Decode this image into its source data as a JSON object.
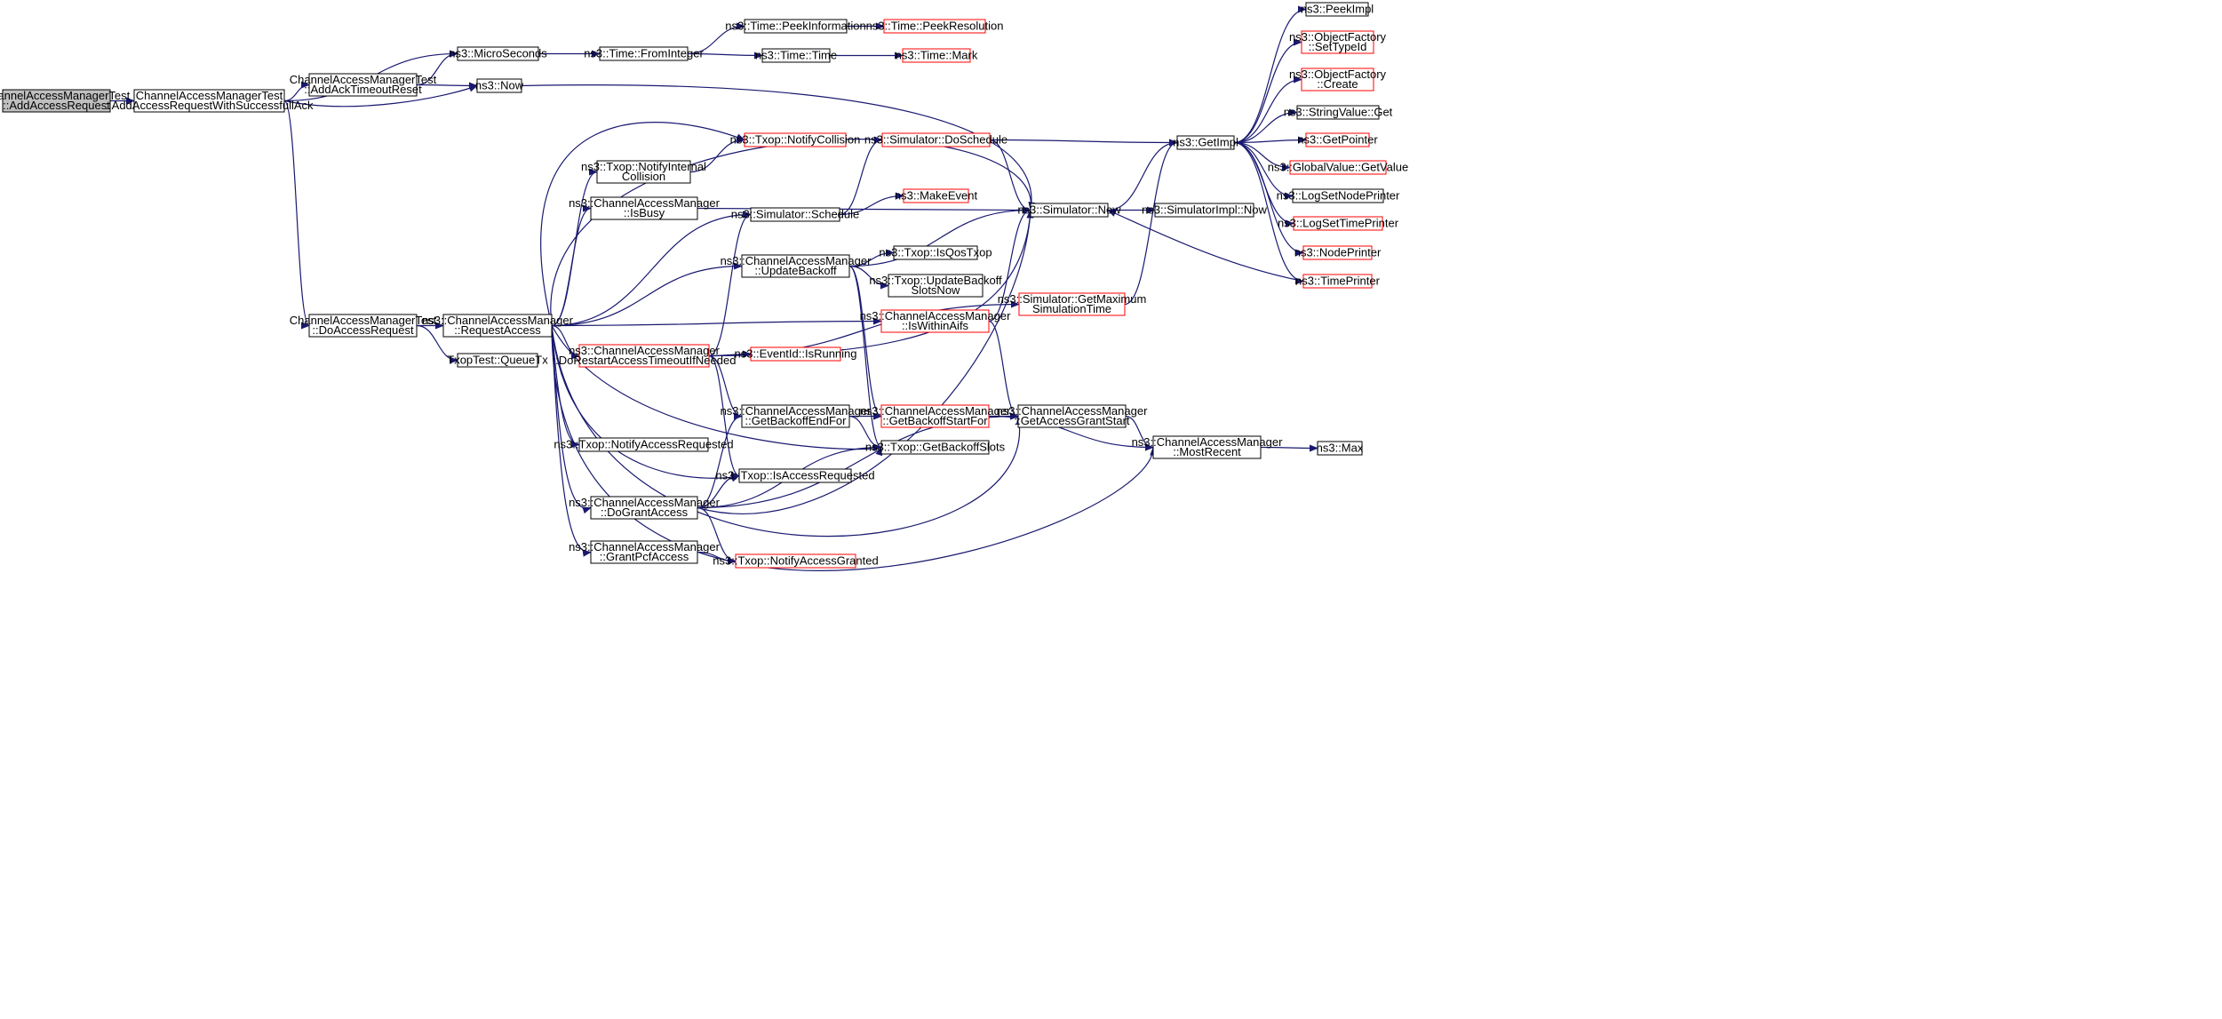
{
  "colors": {
    "edge": "#191970",
    "root_fill": "#bfbfbf",
    "node_border": "#000000",
    "truncated_border": "#ff0000",
    "node_fill": "#ffffff"
  },
  "nodes": [
    {
      "id": "root",
      "lines": [
        "ChannelAccessManagerTest",
        "::AddAccessRequest"
      ],
      "kind": "root"
    },
    {
      "id": "addwithack",
      "lines": [
        "ChannelAccessManagerTest",
        "::AddAccessRequestWithSuccessfullAck"
      ],
      "kind": "normal"
    },
    {
      "id": "acktimeout",
      "lines": [
        "ChannelAccessManagerTest",
        "::AddAckTimeoutReset"
      ],
      "kind": "normal"
    },
    {
      "id": "doaccess",
      "lines": [
        "ChannelAccessManagerTest",
        "::DoAccessRequest"
      ],
      "kind": "normal"
    },
    {
      "id": "microseconds",
      "lines": [
        "ns3::MicroSeconds"
      ],
      "kind": "normal"
    },
    {
      "id": "now",
      "lines": [
        "ns3::Now"
      ],
      "kind": "normal"
    },
    {
      "id": "frominteger",
      "lines": [
        "ns3::Time::FromInteger"
      ],
      "kind": "normal"
    },
    {
      "id": "peekinfo",
      "lines": [
        "ns3::Time::PeekInformation"
      ],
      "kind": "normal"
    },
    {
      "id": "peekres",
      "lines": [
        "ns3::Time::PeekResolution"
      ],
      "kind": "truncated"
    },
    {
      "id": "timetime",
      "lines": [
        "ns3::Time::Time"
      ],
      "kind": "normal"
    },
    {
      "id": "timemark",
      "lines": [
        "ns3::Time::Mark"
      ],
      "kind": "truncated"
    },
    {
      "id": "reqaccess",
      "lines": [
        "ns3::ChannelAccessManager",
        "::RequestAccess"
      ],
      "kind": "normal"
    },
    {
      "id": "queuetx",
      "lines": [
        "TxopTest::QueueTx"
      ],
      "kind": "normal"
    },
    {
      "id": "notifycoll",
      "lines": [
        "ns3::Txop::NotifyCollision"
      ],
      "kind": "truncated"
    },
    {
      "id": "notifyint",
      "lines": [
        "ns3::Txop::NotifyInternal",
        "Collision"
      ],
      "kind": "normal"
    },
    {
      "id": "isbusy",
      "lines": [
        "ns3::ChannelAccessManager",
        "::IsBusy"
      ],
      "kind": "normal"
    },
    {
      "id": "dorestart",
      "lines": [
        "ns3::ChannelAccessManager",
        "::DoRestartAccessTimeoutIfNeeded"
      ],
      "kind": "truncated"
    },
    {
      "id": "notifyreq",
      "lines": [
        "ns3::Txop::NotifyAccessRequested"
      ],
      "kind": "normal"
    },
    {
      "id": "dogrant",
      "lines": [
        "ns3::ChannelAccessManager",
        "::DoGrantAccess"
      ],
      "kind": "normal"
    },
    {
      "id": "grantpcf",
      "lines": [
        "ns3::ChannelAccessManager",
        "::GrantPcfAccess"
      ],
      "kind": "normal"
    },
    {
      "id": "doschedule",
      "lines": [
        "ns3::Simulator::DoSchedule"
      ],
      "kind": "truncated"
    },
    {
      "id": "makeevent",
      "lines": [
        "ns3::MakeEvent"
      ],
      "kind": "truncated"
    },
    {
      "id": "schedule",
      "lines": [
        "ns3::Simulator::Schedule"
      ],
      "kind": "normal"
    },
    {
      "id": "updatebackoff",
      "lines": [
        "ns3::ChannelAccessManager",
        "::UpdateBackoff"
      ],
      "kind": "normal"
    },
    {
      "id": "isrunning",
      "lines": [
        "ns3::EventId::IsRunning"
      ],
      "kind": "truncated"
    },
    {
      "id": "getbackoffend",
      "lines": [
        "ns3::ChannelAccessManager",
        "::GetBackoffEndFor"
      ],
      "kind": "normal"
    },
    {
      "id": "isaccessreq",
      "lines": [
        "ns3::Txop::IsAccessRequested"
      ],
      "kind": "normal"
    },
    {
      "id": "notifygranted",
      "lines": [
        "ns3::Txop::NotifyAccessGranted"
      ],
      "kind": "truncated"
    },
    {
      "id": "simnow",
      "lines": [
        "ns3::Simulator::Now"
      ],
      "kind": "normal"
    },
    {
      "id": "isqos",
      "lines": [
        "ns3::Txop::IsQosTxop"
      ],
      "kind": "normal"
    },
    {
      "id": "updslots",
      "lines": [
        "ns3::Txop::UpdateBackoff",
        "SlotsNow"
      ],
      "kind": "normal"
    },
    {
      "id": "iswithinaifs",
      "lines": [
        "ns3::ChannelAccessManager",
        "::IsWithinAifs"
      ],
      "kind": "truncated"
    },
    {
      "id": "getbackoffstart",
      "lines": [
        "ns3::ChannelAccessManager",
        "::GetBackoffStartFor"
      ],
      "kind": "truncated"
    },
    {
      "id": "getbackoffslots",
      "lines": [
        "ns3::Txop::GetBackoffSlots"
      ],
      "kind": "normal"
    },
    {
      "id": "getmaxsim",
      "lines": [
        "ns3::Simulator::GetMaximum",
        "SimulationTime"
      ],
      "kind": "truncated"
    },
    {
      "id": "getgrantstart",
      "lines": [
        "ns3::ChannelAccessManager",
        "::GetAccessGrantStart"
      ],
      "kind": "normal"
    },
    {
      "id": "mostrecent",
      "lines": [
        "ns3::ChannelAccessManager",
        "::MostRecent"
      ],
      "kind": "normal"
    },
    {
      "id": "max",
      "lines": [
        "ns3::Max"
      ],
      "kind": "normal"
    },
    {
      "id": "getimpl",
      "lines": [
        "ns3::GetImpl"
      ],
      "kind": "normal"
    },
    {
      "id": "simimplnow",
      "lines": [
        "ns3::SimulatorImpl::Now"
      ],
      "kind": "normal"
    },
    {
      "id": "peekimpl",
      "lines": [
        "ns3::PeekImpl"
      ],
      "kind": "normal"
    },
    {
      "id": "settypeid",
      "lines": [
        "ns3::ObjectFactory",
        "::SetTypeId"
      ],
      "kind": "truncated"
    },
    {
      "id": "create",
      "lines": [
        "ns3::ObjectFactory",
        "::Create"
      ],
      "kind": "truncated"
    },
    {
      "id": "strget",
      "lines": [
        "ns3::StringValue::Get"
      ],
      "kind": "normal"
    },
    {
      "id": "getpointer",
      "lines": [
        "ns3::GetPointer"
      ],
      "kind": "truncated"
    },
    {
      "id": "globalget",
      "lines": [
        "ns3::GlobalValue::GetValue"
      ],
      "kind": "truncated"
    },
    {
      "id": "lognode",
      "lines": [
        "ns3::LogSetNodePrinter"
      ],
      "kind": "normal"
    },
    {
      "id": "logtime",
      "lines": [
        "ns3::LogSetTimePrinter"
      ],
      "kind": "truncated"
    },
    {
      "id": "nodeprinter",
      "lines": [
        "ns3::NodePrinter"
      ],
      "kind": "truncated"
    },
    {
      "id": "timeprinter",
      "lines": [
        "ns3::TimePrinter"
      ],
      "kind": "truncated"
    }
  ],
  "edges": [
    [
      "root",
      "addwithack"
    ],
    [
      "addwithack",
      "microseconds"
    ],
    [
      "addwithack",
      "acktimeout"
    ],
    [
      "addwithack",
      "now"
    ],
    [
      "addwithack",
      "doaccess"
    ],
    [
      "acktimeout",
      "microseconds"
    ],
    [
      "acktimeout",
      "now"
    ],
    [
      "microseconds",
      "frominteger"
    ],
    [
      "frominteger",
      "peekinfo"
    ],
    [
      "frominteger",
      "timetime"
    ],
    [
      "peekinfo",
      "peekres"
    ],
    [
      "timetime",
      "timemark"
    ],
    [
      "now",
      "simnow"
    ],
    [
      "doaccess",
      "reqaccess"
    ],
    [
      "doaccess",
      "queuetx"
    ],
    [
      "reqaccess",
      "notifycoll"
    ],
    [
      "reqaccess",
      "notifyint"
    ],
    [
      "reqaccess",
      "isbusy"
    ],
    [
      "reqaccess",
      "schedule"
    ],
    [
      "reqaccess",
      "updatebackoff"
    ],
    [
      "reqaccess",
      "iswithinaifs"
    ],
    [
      "reqaccess",
      "dorestart"
    ],
    [
      "reqaccess",
      "notifyreq"
    ],
    [
      "reqaccess",
      "isaccessreq"
    ],
    [
      "reqaccess",
      "dogrant"
    ],
    [
      "reqaccess",
      "grantpcf"
    ],
    [
      "reqaccess",
      "simnow"
    ],
    [
      "reqaccess",
      "getbackoffslots"
    ],
    [
      "reqaccess",
      "getgrantstart"
    ],
    [
      "reqaccess",
      "mostrecent"
    ],
    [
      "notifyint",
      "notifycoll"
    ],
    [
      "isbusy",
      "simnow"
    ],
    [
      "schedule",
      "doschedule"
    ],
    [
      "schedule",
      "makeevent"
    ],
    [
      "doschedule",
      "simnow"
    ],
    [
      "doschedule",
      "getimpl"
    ],
    [
      "updatebackoff",
      "simnow"
    ],
    [
      "updatebackoff",
      "isqos"
    ],
    [
      "updatebackoff",
      "updslots"
    ],
    [
      "updatebackoff",
      "getbackoffstart"
    ],
    [
      "updatebackoff",
      "getbackoffslots"
    ],
    [
      "dorestart",
      "schedule"
    ],
    [
      "dorestart",
      "isrunning"
    ],
    [
      "dorestart",
      "getbackoffend"
    ],
    [
      "dorestart",
      "isaccessreq"
    ],
    [
      "dorestart",
      "simnow"
    ],
    [
      "dorestart",
      "getmaxsim"
    ],
    [
      "iswithinaifs",
      "simnow"
    ],
    [
      "iswithinaifs",
      "getgrantstart"
    ],
    [
      "getbackoffend",
      "getbackoffstart"
    ],
    [
      "getbackoffend",
      "getbackoffslots"
    ],
    [
      "getbackoffstart",
      "getgrantstart"
    ],
    [
      "getbackoffstart",
      "mostrecent"
    ],
    [
      "getgrantstart",
      "mostrecent"
    ],
    [
      "mostrecent",
      "max"
    ],
    [
      "dogrant",
      "getbackoffend"
    ],
    [
      "dogrant",
      "isaccessreq"
    ],
    [
      "dogrant",
      "getbackoffslots"
    ],
    [
      "dogrant",
      "notifygranted"
    ],
    [
      "dogrant",
      "getgrantstart"
    ],
    [
      "dogrant",
      "simnow"
    ],
    [
      "grantpcf",
      "notifygranted"
    ],
    [
      "getmaxsim",
      "getimpl"
    ],
    [
      "simnow",
      "getimpl"
    ],
    [
      "simnow",
      "simimplnow"
    ],
    [
      "getimpl",
      "peekimpl"
    ],
    [
      "getimpl",
      "settypeid"
    ],
    [
      "getimpl",
      "create"
    ],
    [
      "getimpl",
      "strget"
    ],
    [
      "getimpl",
      "getpointer"
    ],
    [
      "getimpl",
      "globalget"
    ],
    [
      "getimpl",
      "lognode"
    ],
    [
      "getimpl",
      "logtime"
    ],
    [
      "getimpl",
      "nodeprinter"
    ],
    [
      "getimpl",
      "timeprinter"
    ],
    [
      "timeprinter",
      "simnow"
    ]
  ]
}
